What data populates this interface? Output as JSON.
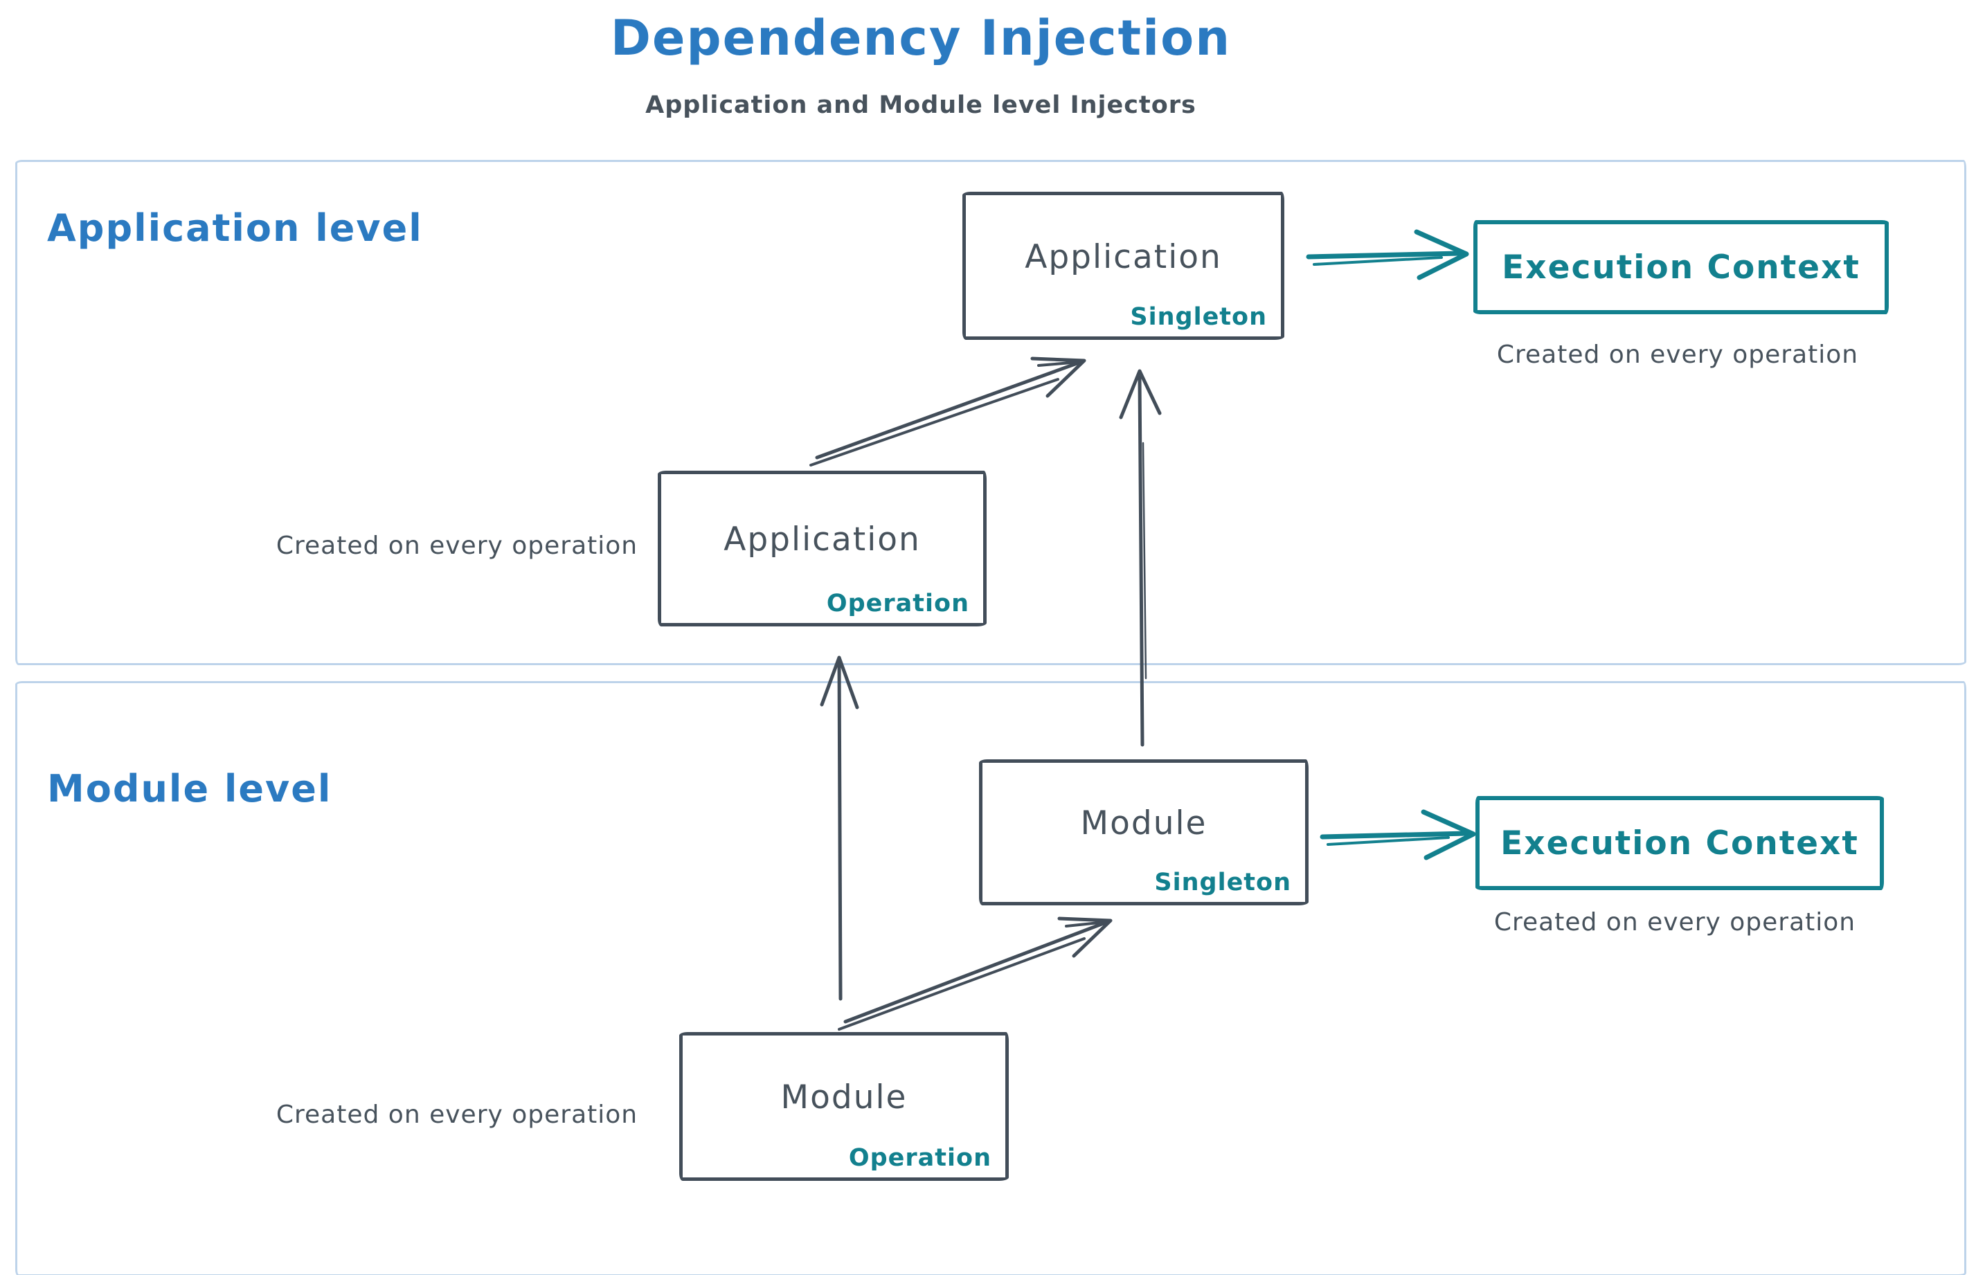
{
  "title": "Dependency Injection",
  "subtitle": "Application and Module level Injectors",
  "colors": {
    "accent_blue": "#2b7ac1",
    "teal": "#12808e",
    "dark_slate": "#424d59",
    "container_border": "#bdd3ea",
    "background": "#ffffff"
  },
  "sections": {
    "application": {
      "label": "Application level"
    },
    "module": {
      "label": "Module level"
    }
  },
  "boxes": {
    "app_singleton": {
      "title": "Application",
      "tag": "Singleton"
    },
    "app_operation": {
      "title": "Application",
      "tag": "Operation"
    },
    "module_singleton": {
      "title": "Module",
      "tag": "Singleton"
    },
    "module_operation": {
      "title": "Module",
      "tag": "Operation"
    },
    "app_execution_context": {
      "title": "Execution Context",
      "note": "Created on every operation"
    },
    "module_execution_context": {
      "title": "Execution Context",
      "note": "Created on every operation"
    }
  },
  "captions": {
    "app_operation_note": "Created on every operation",
    "module_operation_note": "Created on every operation"
  },
  "edges": [
    {
      "from": "app_operation",
      "to": "app_singleton"
    },
    {
      "from": "module_singleton",
      "to": "app_singleton"
    },
    {
      "from": "module_operation",
      "to": "app_operation"
    },
    {
      "from": "module_operation",
      "to": "module_singleton"
    },
    {
      "from": "app_singleton",
      "to": "app_execution_context"
    },
    {
      "from": "module_singleton",
      "to": "module_execution_context"
    }
  ]
}
